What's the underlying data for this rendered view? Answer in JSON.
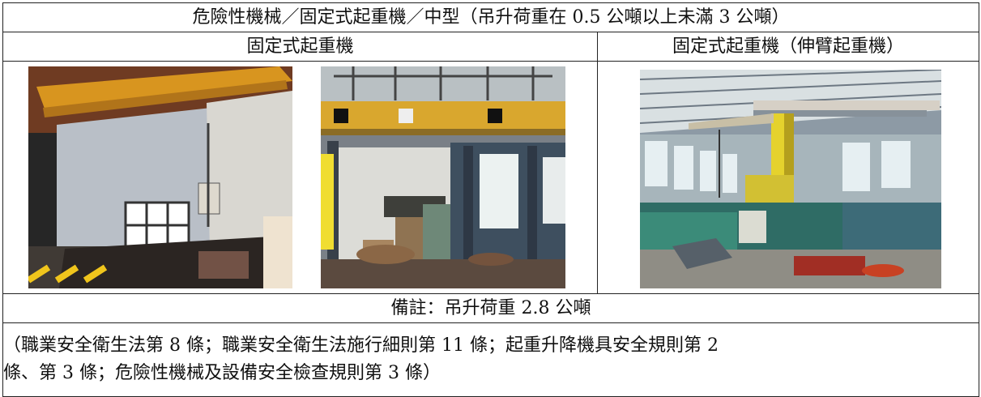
{
  "document": {
    "title": "危險性機械／固定式起重機／中型（吊升荷重在 0.5 公噸以上未滿 3 公噸）",
    "headers": {
      "fixed_crane": "固定式起重機",
      "jib_crane": "固定式起重機（伸臂起重機）"
    },
    "photos": {
      "left": "overhead crane installation photo",
      "middle": "overhead crane workshop photo",
      "right": "jib crane factory photo"
    },
    "remark": "備註：吊升荷重 2.8 公噸",
    "legal_basis_line1": "（職業安全衛生法第 8 條；職業安全衛生法施行細則第 11 條；起重升降機具安全規則第 2",
    "legal_basis_line2": "條、第 3 條；危險性機械及設備安全檢查規則第 3 條）"
  }
}
